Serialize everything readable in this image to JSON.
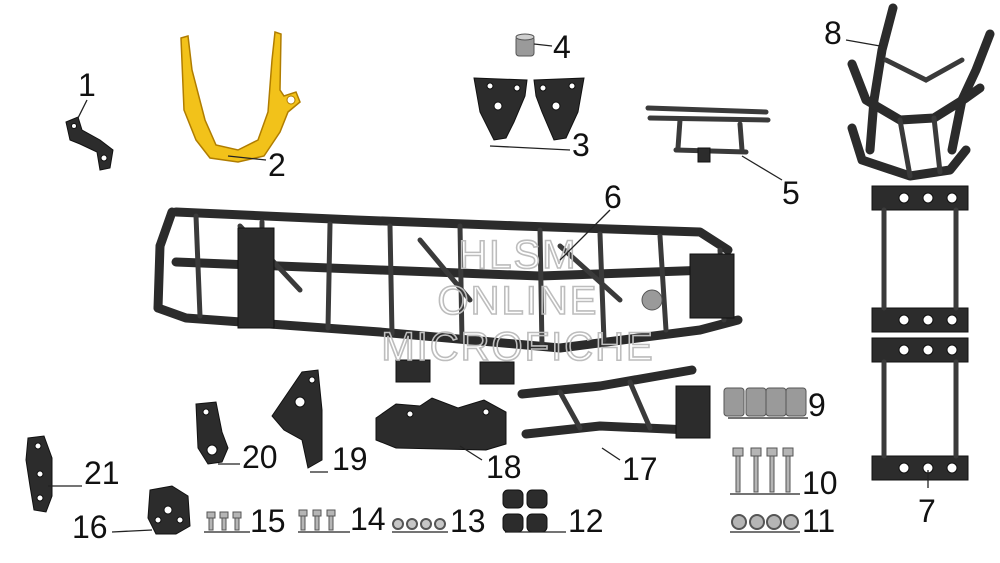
{
  "watermark": {
    "line1": "HLSM",
    "line2": "ONLINE",
    "line3": "MICROFICHE"
  },
  "callouts": [
    {
      "id": "1",
      "label": "1"
    },
    {
      "id": "2",
      "label": "2"
    },
    {
      "id": "3",
      "label": "3"
    },
    {
      "id": "4",
      "label": "4"
    },
    {
      "id": "5",
      "label": "5"
    },
    {
      "id": "6",
      "label": "6"
    },
    {
      "id": "7",
      "label": "7"
    },
    {
      "id": "8",
      "label": "8"
    },
    {
      "id": "9",
      "label": "9"
    },
    {
      "id": "10",
      "label": "10"
    },
    {
      "id": "11",
      "label": "11"
    },
    {
      "id": "12",
      "label": "12"
    },
    {
      "id": "13",
      "label": "13"
    },
    {
      "id": "14",
      "label": "14"
    },
    {
      "id": "15",
      "label": "15"
    },
    {
      "id": "16",
      "label": "16"
    },
    {
      "id": "17",
      "label": "17"
    },
    {
      "id": "18",
      "label": "18"
    },
    {
      "id": "19",
      "label": "19"
    },
    {
      "id": "20",
      "label": "20"
    },
    {
      "id": "21",
      "label": "21"
    }
  ],
  "colors": {
    "background": "#ffffff",
    "part_dark": "#2c2c2c",
    "part_highlight": "#f2c21a",
    "watermark": "#bdbdbd"
  }
}
